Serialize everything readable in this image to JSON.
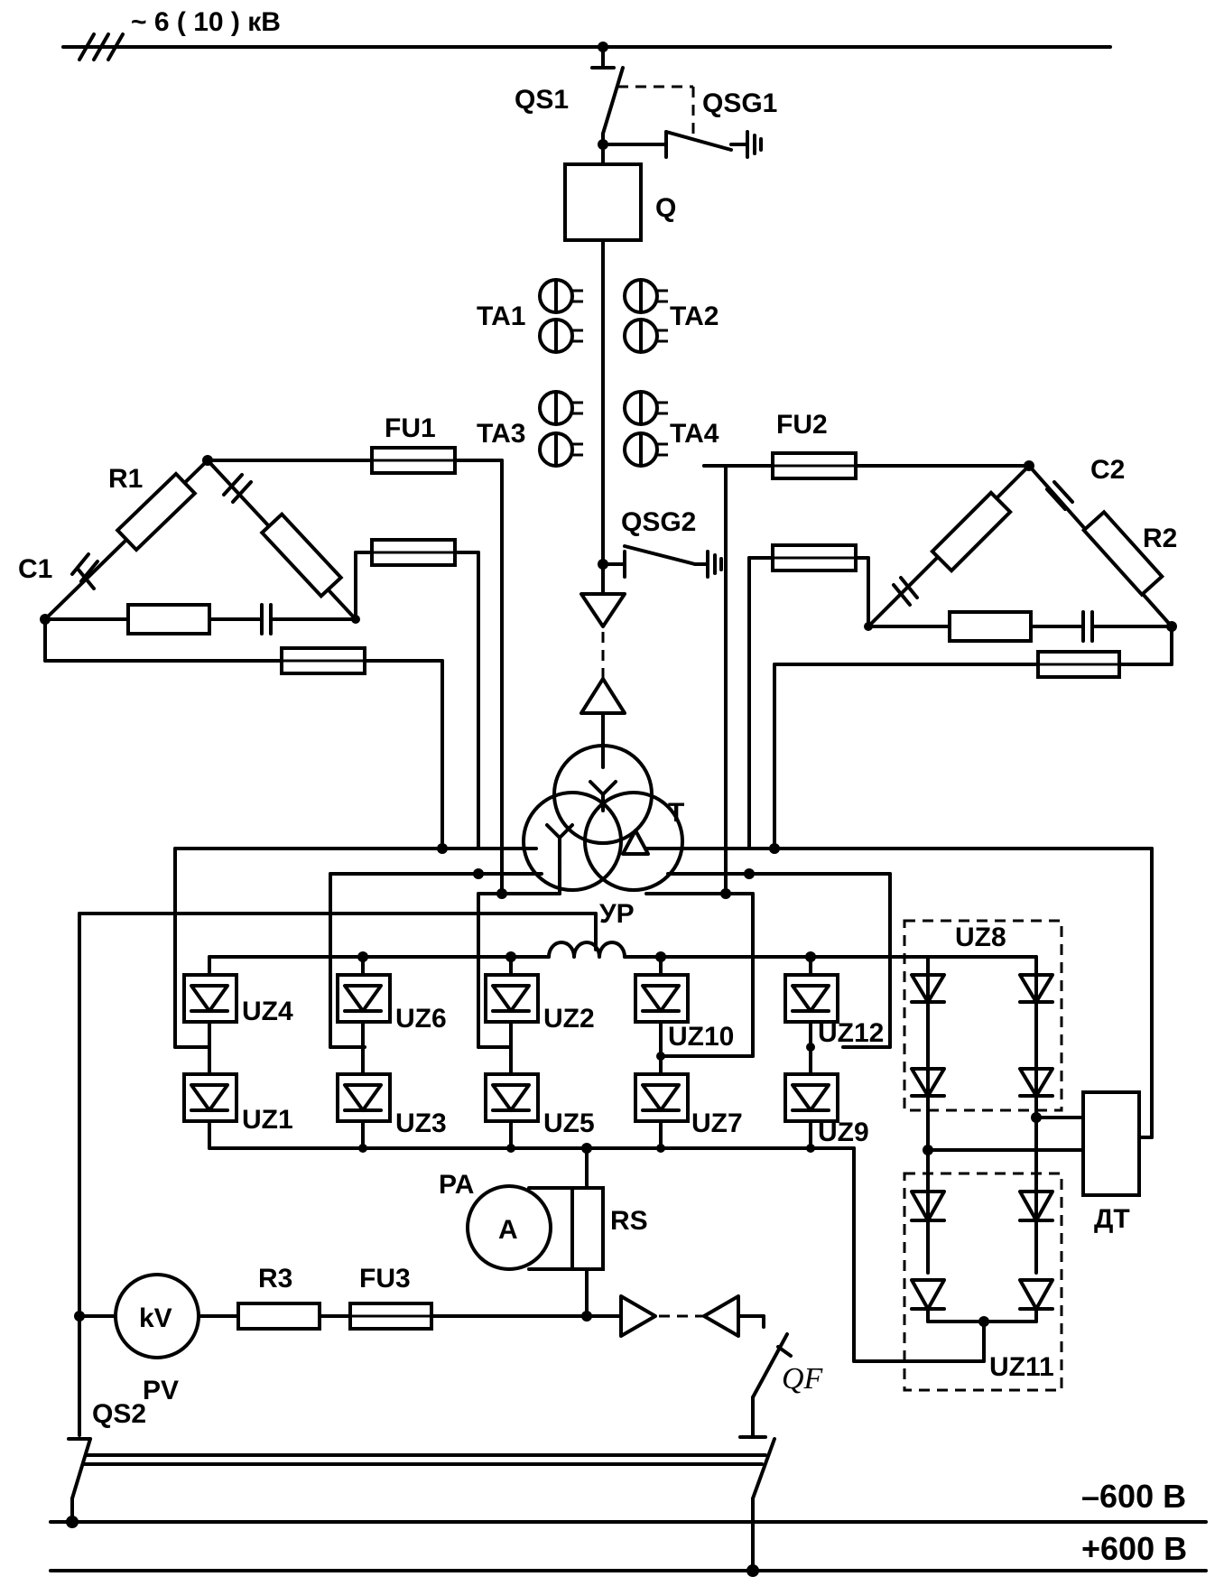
{
  "title_supply": "~ 6 ( 10 ) кВ",
  "labels": {
    "qs1": "QS1",
    "qsg1": "QSG1",
    "q": "Q",
    "ta1": "TA1",
    "ta2": "TA2",
    "ta3": "TA3",
    "ta4": "TA4",
    "fu1": "FU1",
    "fu2": "FU2",
    "qsg2": "QSG2",
    "r1": "R1",
    "c1": "C1",
    "r2": "R2",
    "c2": "C2",
    "t": "T",
    "yp": "УР",
    "uz1": "UZ1",
    "uz2": "UZ2",
    "uz3": "UZ3",
    "uz4": "UZ4",
    "uz5": "UZ5",
    "uz6": "UZ6",
    "uz7": "UZ7",
    "uz8": "UZ8",
    "uz9": "UZ9",
    "uz10": "UZ10",
    "uz11": "UZ11",
    "uz12": "UZ12",
    "pa": "PA",
    "ammeter": "A",
    "rs": "RS",
    "dt": "ДТ",
    "voltmeter": "kV",
    "pv": "PV",
    "r3": "R3",
    "fu3": "FU3",
    "qf": "QF",
    "qs2": "QS2",
    "minus_bus": "–600 В",
    "plus_bus": "+600 В"
  }
}
